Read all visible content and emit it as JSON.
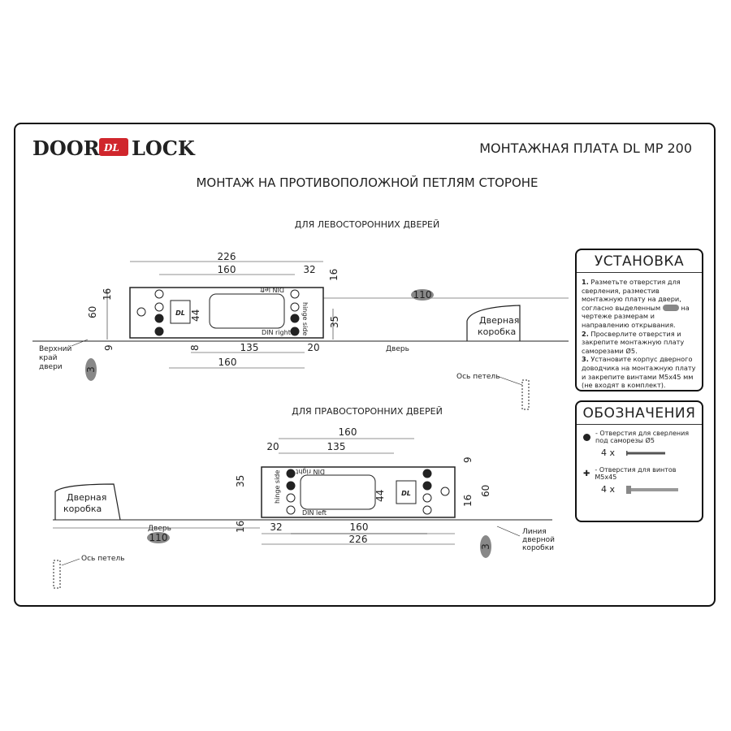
{
  "header": {
    "logo": "DOOR DL LOCK",
    "logo_left": "DOOR",
    "logo_mid": "DL",
    "logo_right": "LOCK",
    "title": "МОНТАЖНАЯ ПЛАТА DL MP 200",
    "subtitle": "МОНТАЖ НА ПРОТИВОПОЛОЖНОЙ ПЕТЛЯМ СТОРОНЕ"
  },
  "left_door": {
    "caption": "ДЛЯ ЛЕВОСТОРОННИХ ДВЕРЕЙ",
    "dims": {
      "d226": "226",
      "d160a": "160",
      "d32": "32",
      "d16r": "16",
      "d16l": "16",
      "d60": "60",
      "d44": "44",
      "d35": "35",
      "d9": "9",
      "d8": "8",
      "d135": "135",
      "d20": "20",
      "d160b": "160",
      "d110": "110",
      "d3": "3"
    },
    "plate": {
      "din_left": "DIN left",
      "din_right": "DIN right",
      "hinge_side": "hinge side",
      "badge": "DL"
    },
    "top_edge": [
      "Верхний",
      "край",
      "двери"
    ],
    "frame": [
      "Дверная",
      "коробка"
    ],
    "door": "Дверь",
    "hinge_axis": "Ось петель"
  },
  "right_door": {
    "caption": "ДЛЯ ПРАВОСТОРОННИХ ДВЕРЕЙ",
    "dims": {
      "d160a": "160",
      "d20": "20",
      "d135": "135",
      "d35": "35",
      "d44": "44",
      "d9": "9",
      "d60": "60",
      "d16a": "16",
      "d16b": "16",
      "d32": "32",
      "d160b": "160",
      "d226": "226",
      "d110": "110",
      "d3": "3"
    },
    "plate": {
      "din_left": "DIN left",
      "din_right": "DIN right",
      "hinge_side": "hinge side",
      "badge": "DL"
    },
    "frame": [
      "Дверная",
      "коробка"
    ],
    "door": "Дверь",
    "hinge_axis": "Ось петель",
    "frame_line": [
      "Линия",
      "дверной",
      "коробки"
    ]
  },
  "install": {
    "title": "УСТАНОВКА",
    "s1_num": "1.",
    "s1a": "Разметьте отверстия для сверления, разместив монтажную плату на двери, согласно выделенным",
    "s1b": "на чертеже размерам и направлению открывания.",
    "s2_num": "2.",
    "s2": "Просверлите отверстия и закрепите монтажную плату саморезами Ø5.",
    "s3_num": "3.",
    "s3": "Установите корпус дверного доводчика на монтажную плату и закрепите винтами М5х45 мм (не входят в комплект)."
  },
  "legend": {
    "title": "ОБОЗНАЧЕНИЯ",
    "item1": "- Отверстия для сверления под саморезы Ø5",
    "count1": "4 x",
    "item2": "- Отверстия для винтов М5х45",
    "count2": "4 x"
  },
  "colors": {
    "frame": "#111111",
    "highlight": "#888888",
    "logo_red": "#d0262c"
  }
}
